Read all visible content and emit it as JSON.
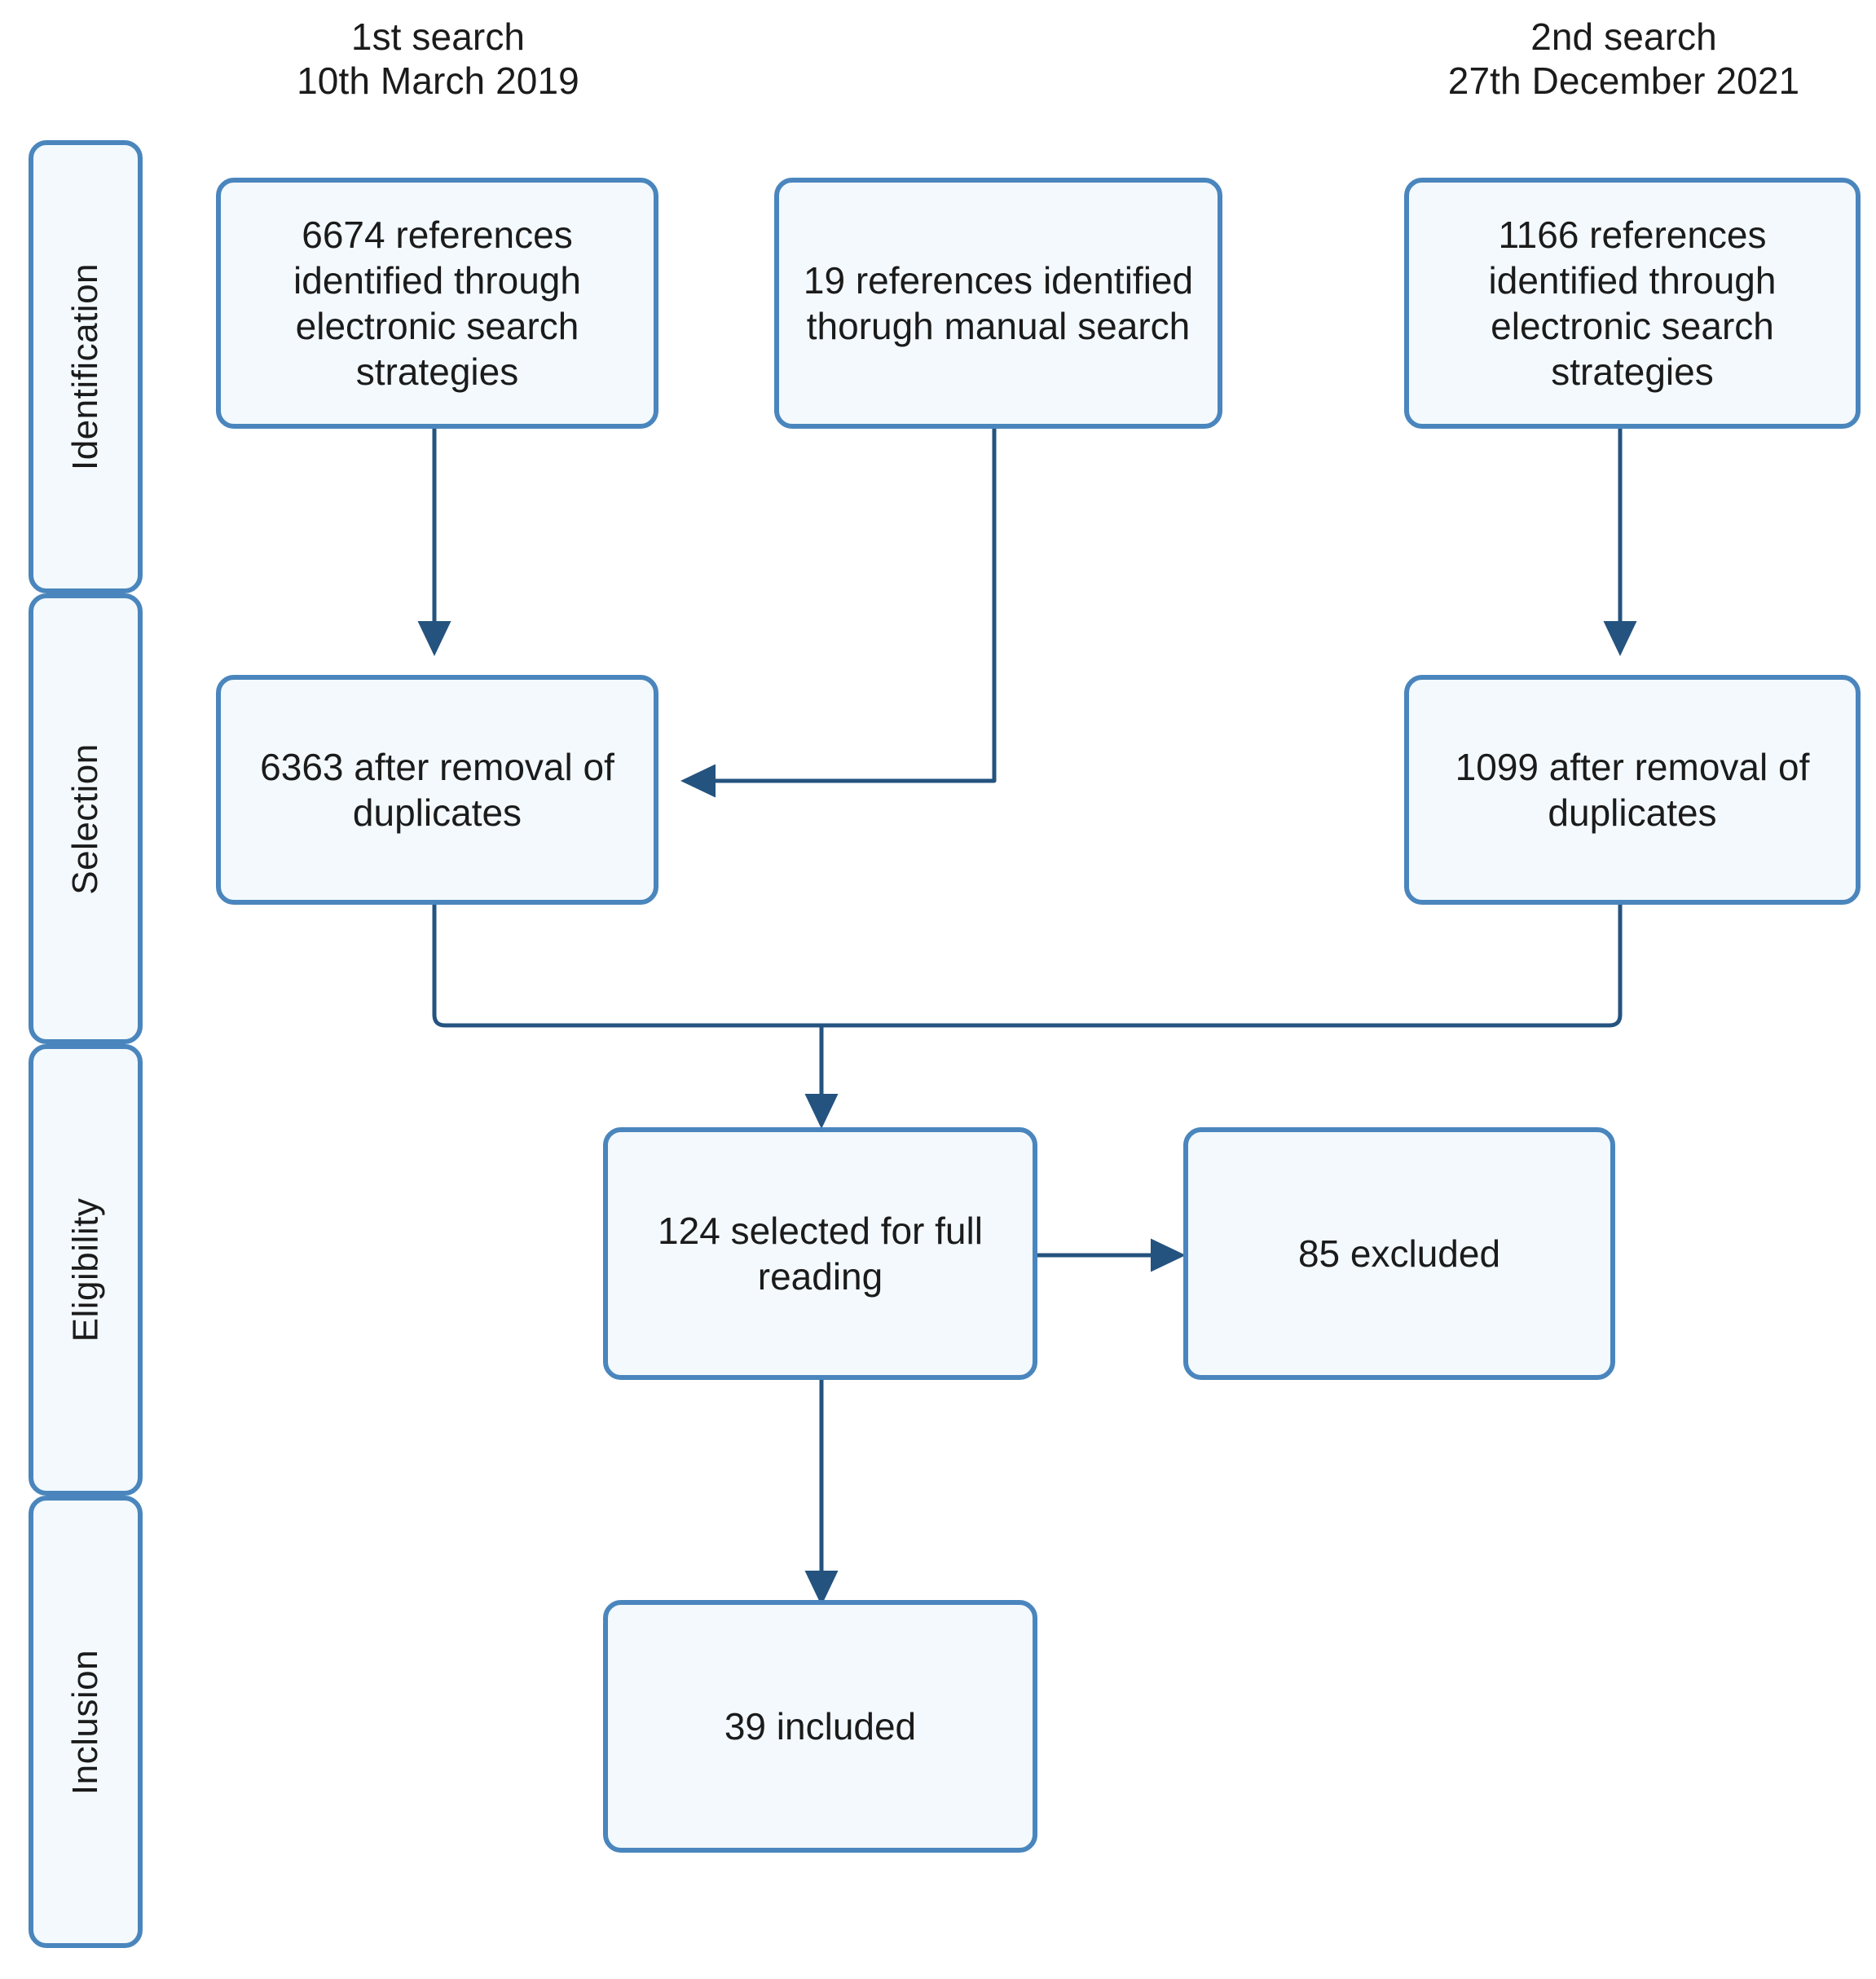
{
  "diagram": {
    "type": "prisma-flow-diagram",
    "accent_color": "#4a86bd",
    "node_fill_color": "#f3f9fd",
    "edge_color": "#24537f",
    "text_color": "#1b1b1b",
    "background_color": "#ffffff"
  },
  "column_headers": [
    {
      "id": "first-search",
      "text": "1st search\n10th March 2019"
    },
    {
      "id": "second-search",
      "text": "2nd search\n27th December 2021"
    }
  ],
  "phases": [
    {
      "id": "identification",
      "label": "Identification"
    },
    {
      "id": "selection",
      "label": "Selection"
    },
    {
      "id": "eligibility",
      "label": "Eligibility"
    },
    {
      "id": "inclusion",
      "label": "Inclusion"
    }
  ],
  "nodes": [
    {
      "id": "electronic-search-1",
      "text": "6674 references identified through electronic search strategies",
      "count": 6674,
      "phase": "identification"
    },
    {
      "id": "manual-search",
      "text": "19 references identified thorugh manual search",
      "count": 19,
      "phase": "identification"
    },
    {
      "id": "electronic-search-2",
      "text": "1166 references identified through electronic search strategies",
      "count": 1166,
      "phase": "identification"
    },
    {
      "id": "dedup-1",
      "text": "6363 after removal of duplicates",
      "count": 6363,
      "phase": "selection"
    },
    {
      "id": "dedup-2",
      "text": "1099 after removal of duplicates",
      "count": 1099,
      "phase": "selection"
    },
    {
      "id": "full-reading",
      "text": "124 selected for full reading",
      "count": 124,
      "phase": "eligibility"
    },
    {
      "id": "excluded",
      "text": "85 excluded",
      "count": 85,
      "phase": "eligibility"
    },
    {
      "id": "included",
      "text": "39 included",
      "count": 39,
      "phase": "inclusion"
    }
  ],
  "edges": [
    {
      "from": "electronic-search-1",
      "to": "dedup-1",
      "direction": "down"
    },
    {
      "from": "manual-search",
      "to": "dedup-1",
      "direction": "down-left"
    },
    {
      "from": "electronic-search-2",
      "to": "dedup-2",
      "direction": "down"
    },
    {
      "from": "dedup-1",
      "to": "full-reading",
      "direction": "down-merge"
    },
    {
      "from": "dedup-2",
      "to": "full-reading",
      "direction": "down-merge"
    },
    {
      "from": "full-reading",
      "to": "excluded",
      "direction": "right"
    },
    {
      "from": "full-reading",
      "to": "included",
      "direction": "down"
    }
  ]
}
